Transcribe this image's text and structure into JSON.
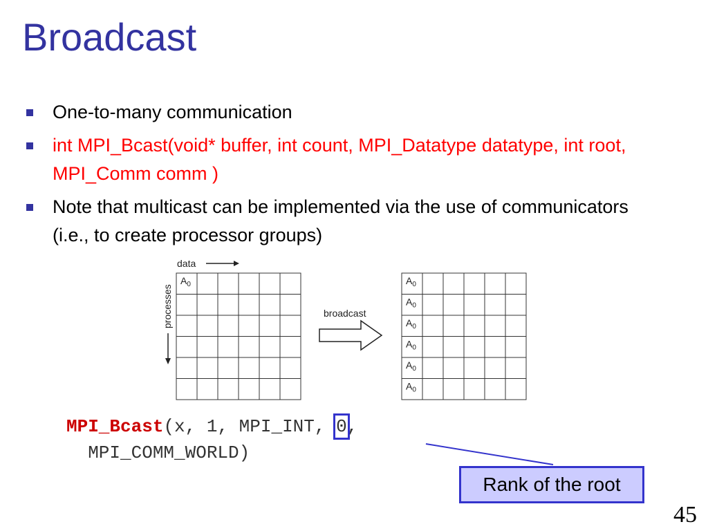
{
  "slide": {
    "title": "Broadcast",
    "bullets": [
      {
        "text": "One-to-many communication",
        "color": "#000000"
      },
      {
        "text": "int MPI_Bcast(void* buffer, int count, MPI_Datatype datatype, int root, MPI_Comm comm )",
        "color": "#ff0000"
      },
      {
        "text": "Note that multicast can be implemented via the use of communicators (i.e., to create processor groups)",
        "color": "#000000"
      }
    ],
    "diagram": {
      "data_label": "data",
      "processes_label": "processes",
      "arrow_label": "broadcast",
      "cell_main": "A",
      "cell_sub": "0"
    },
    "code": {
      "fn": "MPI_Bcast",
      "args_before": "(x, 1, MPI_INT, ",
      "root_arg": "0",
      "args_after": ",",
      "line2": "  MPI_COMM_WORLD)"
    },
    "callout": "Rank of the root",
    "page_number": "45",
    "colors": {
      "title": "#3333a0",
      "callout_border": "#3333cc",
      "callout_fill": "#ccccff",
      "code_fn": "#cc0000"
    }
  }
}
